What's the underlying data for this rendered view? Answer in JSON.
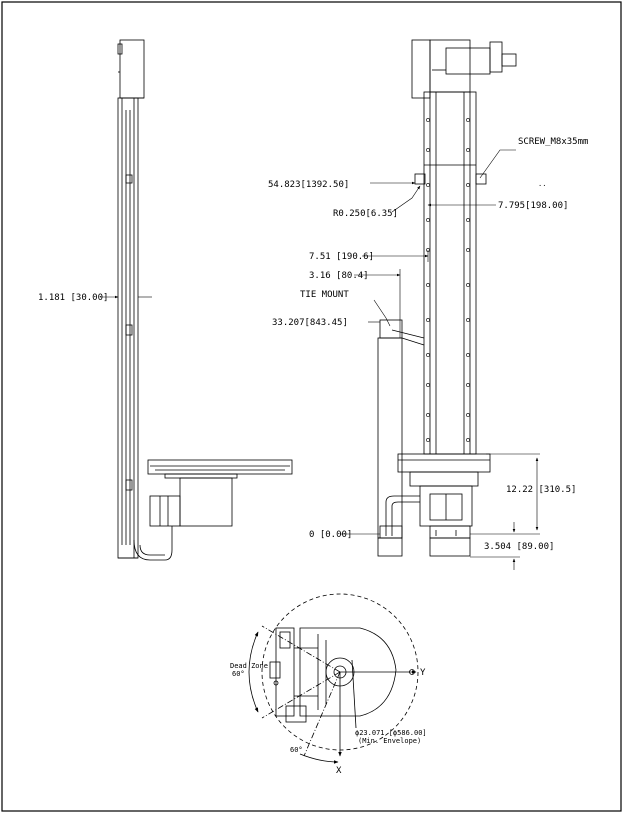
{
  "drawing": {
    "side_view": {
      "width_dim": "1.181 [30.00]"
    },
    "front_view": {
      "screw_note": "SCREW_M8x35mm",
      "top_height": "54.823[1392.50]",
      "radius": "R0.250[6.35]",
      "rail_offset": "7.795[198.00]",
      "offset_a": "7.51 [190.6]",
      "offset_b": "3.16 [80.4]",
      "tie_mount": "TIE MOUNT",
      "tie_height": "33.207[843.45]",
      "carriage_height": "12.22 [310.5]",
      "base_zero": "0 [0.00]",
      "base_height": "3.504 [89.00]",
      "dots": ".."
    },
    "top_view": {
      "dead_zone_line1": "Dead Zone",
      "dead_zone_line2": "60°",
      "angle_label": "60°",
      "envelope_line1": "ϕ23.071 [ϕ586.00]",
      "envelope_line2": "(Min. Envelope)",
      "axis_y": "Y",
      "axis_x": "X"
    }
  }
}
